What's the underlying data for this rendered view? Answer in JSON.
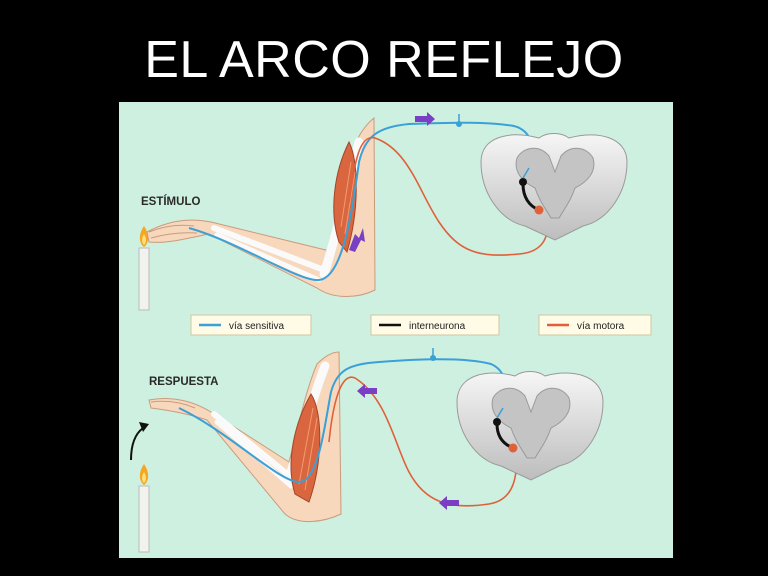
{
  "slide": {
    "title": "EL ARCO REFLEJO"
  },
  "diagram": {
    "background_color": "#cdf0e0",
    "stage_labels": {
      "stimulus": "ESTÍMULO",
      "response": "RESPUESTA"
    },
    "legend": [
      {
        "label": "vía sensitiva",
        "color": "#3aa0d8"
      },
      {
        "label": "interneurona",
        "color": "#111111"
      },
      {
        "label": "vía motora",
        "color": "#e0603a"
      }
    ],
    "colors": {
      "sensory": "#3aa0d8",
      "interneuron": "#111111",
      "motor": "#e0603a",
      "arrow": "#7b3fc4",
      "skin": "#f7d8bc",
      "muscle": "#d9663f",
      "flame": "#f5a623"
    }
  }
}
